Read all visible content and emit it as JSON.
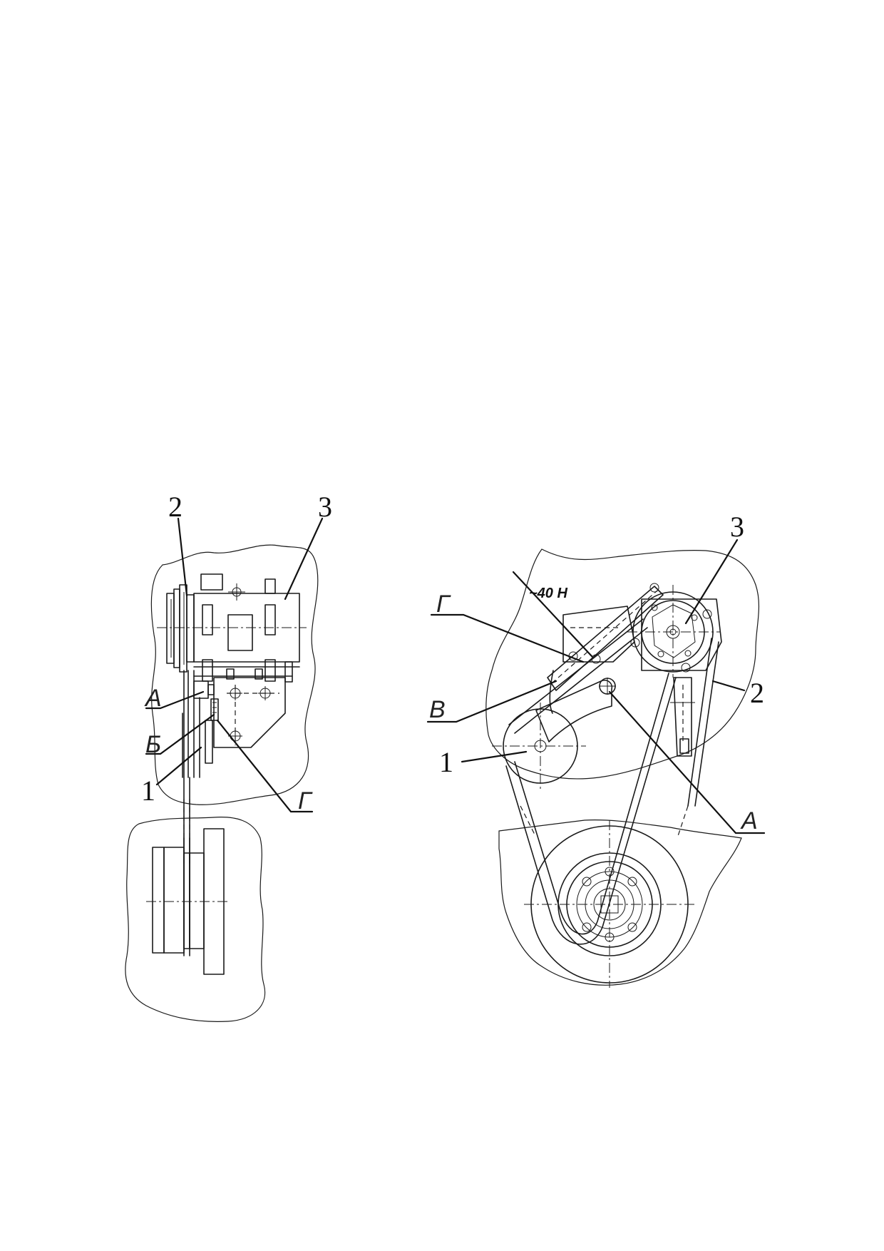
{
  "left_view": {
    "labels": {
      "n2": "2",
      "n3": "3",
      "A": "А",
      "B": "Б",
      "n1": "1",
      "G": "Г"
    }
  },
  "right_view": {
    "labels": {
      "n3": "3",
      "force": "~40 Н",
      "G": "Г",
      "n2": "2",
      "V": "В",
      "n1": "1",
      "A": "А"
    }
  }
}
